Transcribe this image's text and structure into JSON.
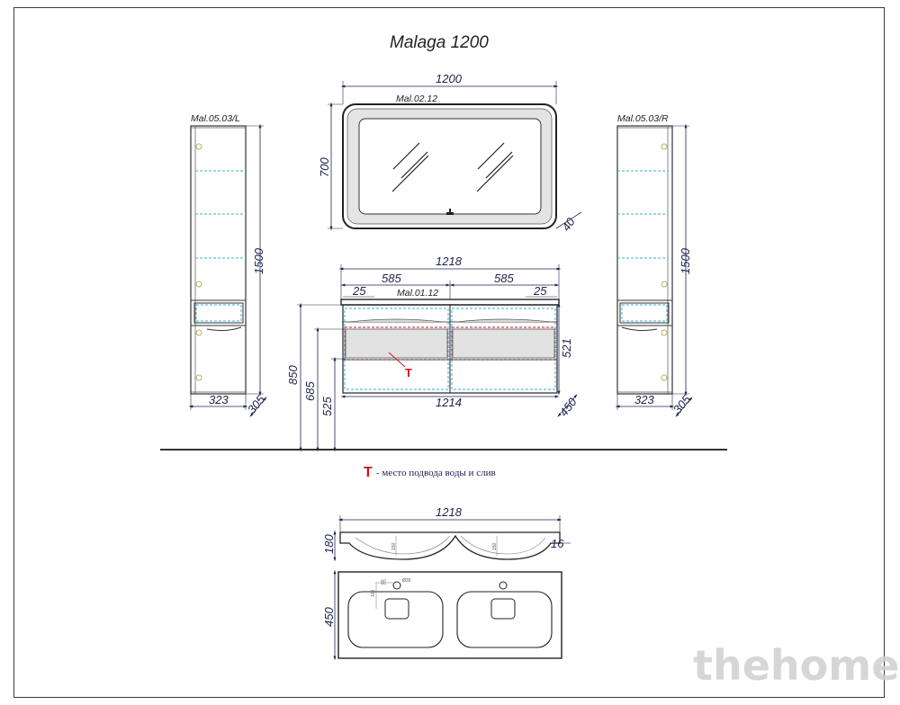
{
  "title": "Malaga 1200",
  "codes": {
    "left_cabinet": "Mal.05.03/L",
    "right_cabinet": "Mal.05.03/R",
    "mirror": "Mal.02.12",
    "vanity": "Mal.01.12"
  },
  "dimensions": {
    "mirror_width": "1200",
    "mirror_height": "700",
    "mirror_depth": "40",
    "cabinet_height_left": "1500",
    "cabinet_height_right": "1500",
    "cabinet_width_left": "323",
    "cabinet_width_right": "323",
    "cabinet_depth_left": "305",
    "cabinet_depth_right": "305",
    "vanity_top_width": "1218",
    "half_width_left": "585",
    "half_width_right": "585",
    "offset_left": "25",
    "offset_right": "25",
    "vanity_body_height": "521",
    "vanity_bottom_width": "1214",
    "vanity_depth": "450",
    "height_850": "850",
    "height_685": "685",
    "height_525": "525",
    "sink_width": "1218",
    "sink_height": "180",
    "sink_edge": "16",
    "basin_depth_left": "150",
    "basin_depth_right": "150",
    "top_depth": "450",
    "tap_offset_a": "100",
    "tap_offset_b": "60",
    "tap_hole": "Ø35"
  },
  "legend": {
    "marker": "T",
    "text": "- место подвода воды и слив"
  },
  "watermark": "thehome"
}
